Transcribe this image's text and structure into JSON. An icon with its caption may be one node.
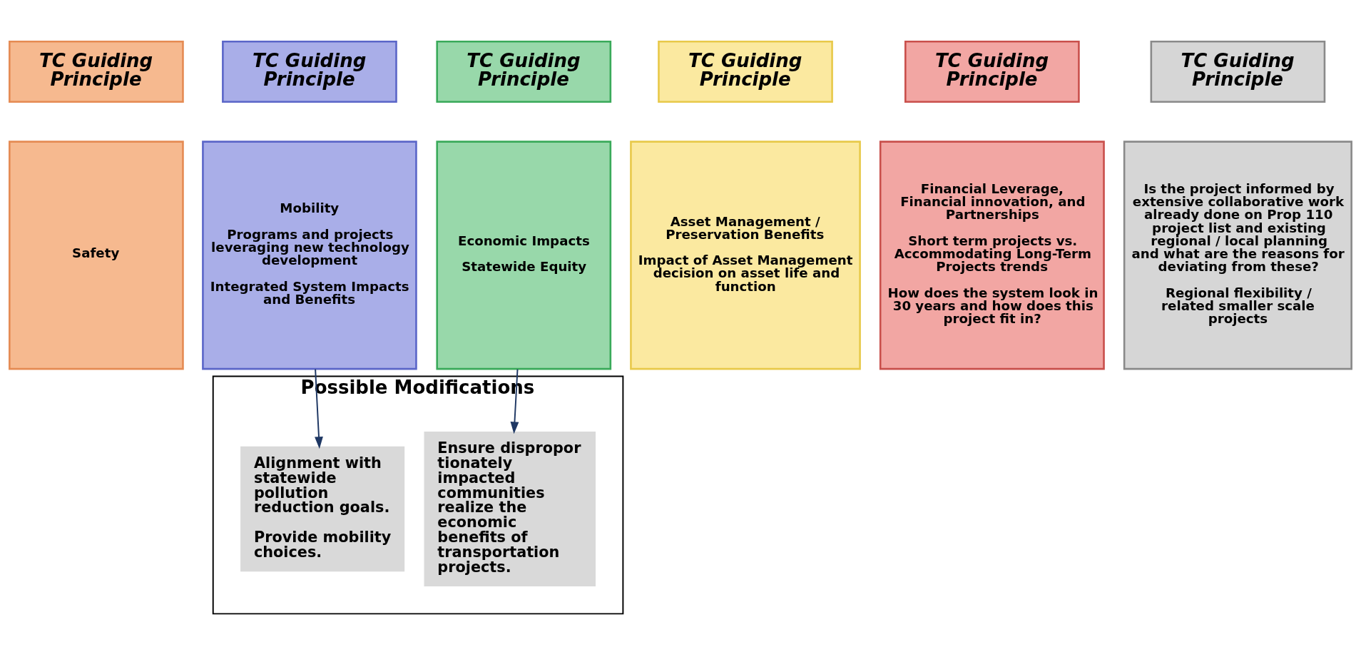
{
  "diagram": {
    "nodes": [
      {
        "text": [
          "TC Guiding Principle"
        ]
      },
      {
        "text": [
          "TC Guiding Principle"
        ]
      },
      {
        "text": [
          "TC Guiding Principle"
        ]
      },
      {
        "text": [
          "TC Guiding Principle"
        ]
      },
      {
        "text": [
          "TC Guiding Principle"
        ]
      },
      {
        "text": [
          "TC Guiding Principle"
        ]
      },
      {
        "text": [
          "Safety"
        ]
      },
      {
        "text": [
          "Mobility",
          "Programs and projects leveraging new technology development",
          "Integrated System Impacts and Benefits"
        ]
      },
      {
        "text": [
          "Economic Impacts",
          "Statewide Equity"
        ]
      },
      {
        "text": [
          "Asset Management / Preservation Benefits",
          "Impact of Asset Management decision on asset life and function"
        ]
      },
      {
        "text": [
          "Financial Leverage, Financial innovation, and Partnerships",
          "Short term projects vs. Accommodating Long-Term Projects trends",
          "How does the system look in 30 years and how does this project fit in?"
        ]
      },
      {
        "text": [
          "Is the project informed by extensive collaborative work already done on Prop 110 project list and existing regional / local planning and what are the reasons for deviating from these?",
          "Regional flexibility / related smaller scale projects"
        ]
      },
      {
        "text": [
          "Possible Modifications"
        ]
      },
      {
        "text": [
          "Alignment with statewide pollution reduction goals.",
          "Provide mobility choices."
        ],
        "in": 12
      },
      {
        "text": [
          "Ensure disproportionately impacted communities realize the economic benefits of transportation projects."
        ],
        "in": 12
      }
    ],
    "edges": [
      {
        "from": 7,
        "to": 13,
        "arrow": "to"
      },
      {
        "from": 8,
        "to": 14,
        "arrow": "to"
      }
    ]
  }
}
